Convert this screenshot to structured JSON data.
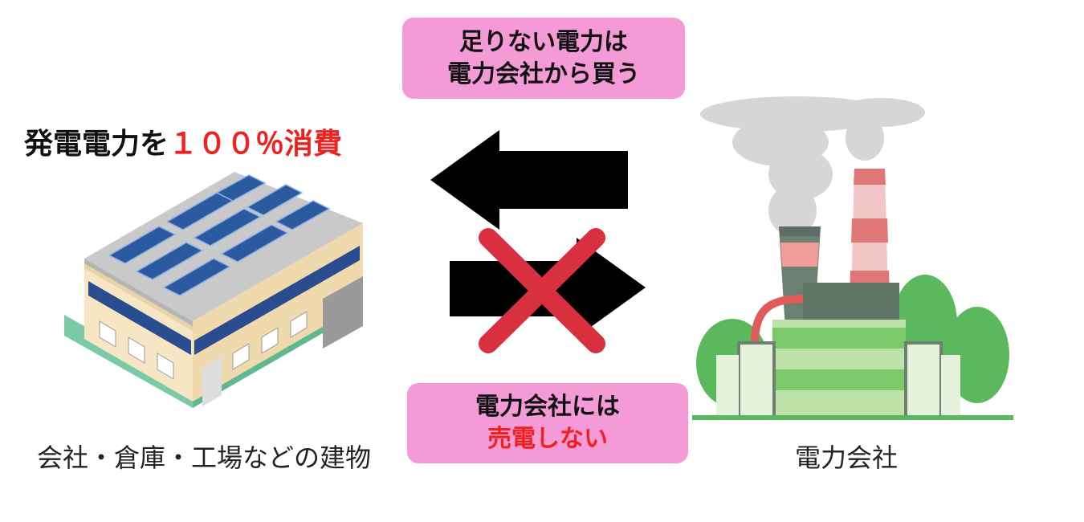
{
  "top_box": {
    "line1": "足りない電力は",
    "line2": "電力会社から買う"
  },
  "headline": {
    "part1": "発電電力を",
    "part2": "１００％消費"
  },
  "bottom_box": {
    "line1": "電力会社には",
    "line2": "売電しない"
  },
  "captions": {
    "building": "会社・倉庫・工場などの建物",
    "utility": "電力会社"
  },
  "colors": {
    "pill": "#f49ad6",
    "accent_red": "#f0201f",
    "cross": "#d93040",
    "arrow": "#000000"
  },
  "icons": [
    "left-arrow-icon",
    "right-arrow-icon",
    "cross-icon",
    "solar-building-icon",
    "power-plant-icon"
  ]
}
